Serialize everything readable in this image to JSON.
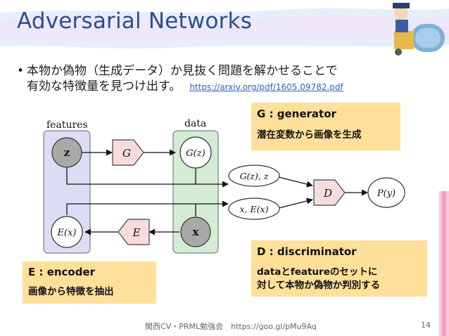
{
  "slide": {
    "title": "Adversarial Networks",
    "bullet_line1": "本物か偽物（生成データ）か見抜く問題を解かせることで",
    "bullet_line2": "有効な特徴量を見つけ出す。",
    "link": "https://arxiv.org/pdf/1605.09782.pdf",
    "footer": "関西CV・PRML勉強会　https://goo.gl/pMu9Aq",
    "page_number": "14"
  },
  "notes": {
    "generator_head": "G : generator",
    "generator_body": "潜在変数から画像を生成",
    "discriminator_head": "D : discriminator",
    "discriminator_body1": "dataとfeatureのセットに",
    "discriminator_body2": "対して本物か偽物か判別する",
    "encoder_head": "E : encoder",
    "encoder_body": "画像から特徴を抽出"
  },
  "diagram": {
    "features_label": "features",
    "data_label": "data",
    "z_node": "z",
    "gz_node": "G(z)",
    "x_node": "x",
    "ex_node": "E(x)",
    "g_block": "G",
    "e_block": "E",
    "d_block": "D",
    "pair_gen": "G(z), z",
    "pair_real": "x, E(x)",
    "output": "P(y)"
  },
  "colors": {
    "title": "#2a4f8a",
    "features_panel": "#dcdcf4",
    "data_panel": "#d4ecd4",
    "note_bg": "#ffe09a",
    "link": "#2f5cd0",
    "accent_bar": "#f0a0c0"
  }
}
